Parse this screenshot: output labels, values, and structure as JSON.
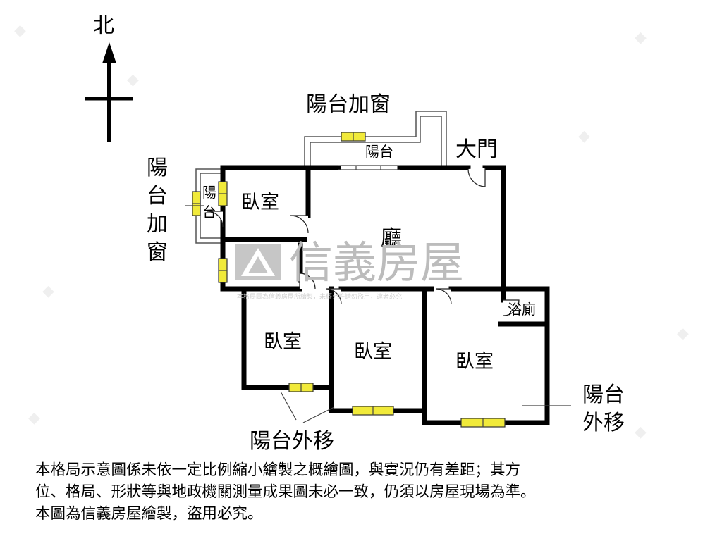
{
  "compass": {
    "north_label": "北"
  },
  "rooms": {
    "living": "廳",
    "bedroom_nw": "臥室",
    "bedroom_sw": "臥室",
    "bedroom_s": "臥室",
    "bedroom_se": "臥室",
    "bath_w": "浴廁",
    "bath_e": "浴廁",
    "balcony_top": "陽台",
    "balcony_left_top": "陽",
    "balcony_left_bottom": "台"
  },
  "labels": {
    "main_door": "大門",
    "balcony_window_top": "陽台加窗",
    "balcony_window_left": [
      "陽",
      "台",
      "加",
      "窗"
    ],
    "balcony_moved_bottom": "陽台外移",
    "balcony_moved_right": [
      "陽台",
      "外移"
    ]
  },
  "watermark": {
    "brand": "信義房屋",
    "notice": "本格局圖為信義房屋所繪製，未經允許請勿盜用，違者必究"
  },
  "disclaimer": [
    "本格局示意圖係未依一定比例縮小繪製之概繪圖，與實況仍有差距；其方",
    "位、格局、形狀等與地政機關測量成果圖未必一致，仍須以房屋現場為準。",
    "本圖為信義房屋繪製，盜用必究。"
  ]
}
